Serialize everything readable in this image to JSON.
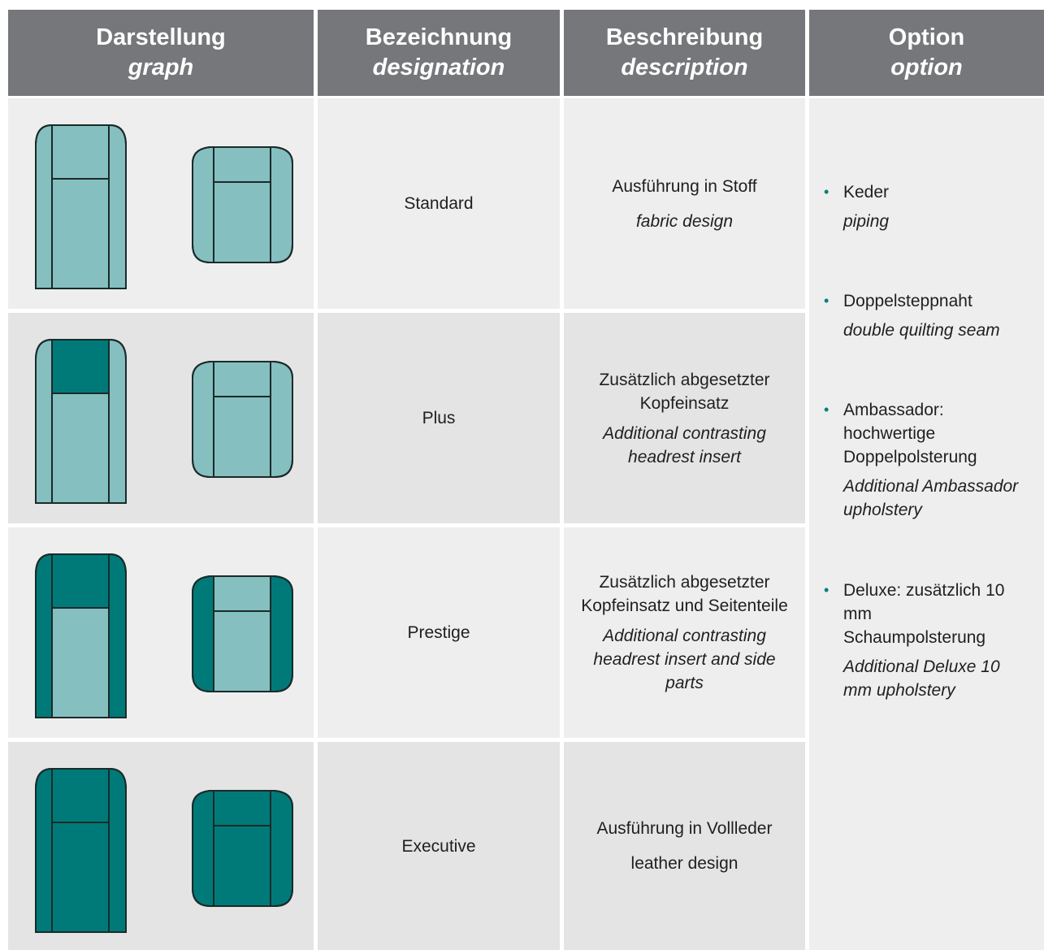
{
  "headers": [
    {
      "de": "Darstellung",
      "en": "graph"
    },
    {
      "de": "Bezeichnung",
      "en": "designation"
    },
    {
      "de": "Beschreibung",
      "en": "description"
    },
    {
      "de": "Option",
      "en": "option"
    }
  ],
  "rows": [
    {
      "name": "Standard",
      "desc_de": "Ausführung in Stoff",
      "desc_en": "fabric design"
    },
    {
      "name": "Plus",
      "desc_de": "Zusätzlich abgesetzter Kopfeinsatz",
      "desc_en": "Additional contrasting headrest insert"
    },
    {
      "name": "Prestige",
      "desc_de": "Zusätzlich abgesetzter Kopfeinsatz und Seitenteile",
      "desc_en": "Additional contrasting headrest insert and side parts"
    },
    {
      "name": "Executive",
      "desc_de": "Ausführung in Vollleder",
      "desc_en": "leather design"
    }
  ],
  "options": [
    {
      "de": "Keder",
      "en": "piping"
    },
    {
      "de": "Doppelsteppnaht",
      "en": "double quilting seam"
    },
    {
      "de": "Ambassador: hochwertige Doppelpolsterung",
      "en": "Additional Ambassador upholstery"
    },
    {
      "de": "Deluxe: zusätzlich 10 mm Schaumpolsterung",
      "en": "Additional Deluxe 10 mm upholstery"
    }
  ],
  "colors": {
    "header_bg": "#76777a",
    "fabric_light": "#86bfbf",
    "leather_dark": "#007a78",
    "outline": "#1a2a2a",
    "bullet": "#00807c"
  }
}
